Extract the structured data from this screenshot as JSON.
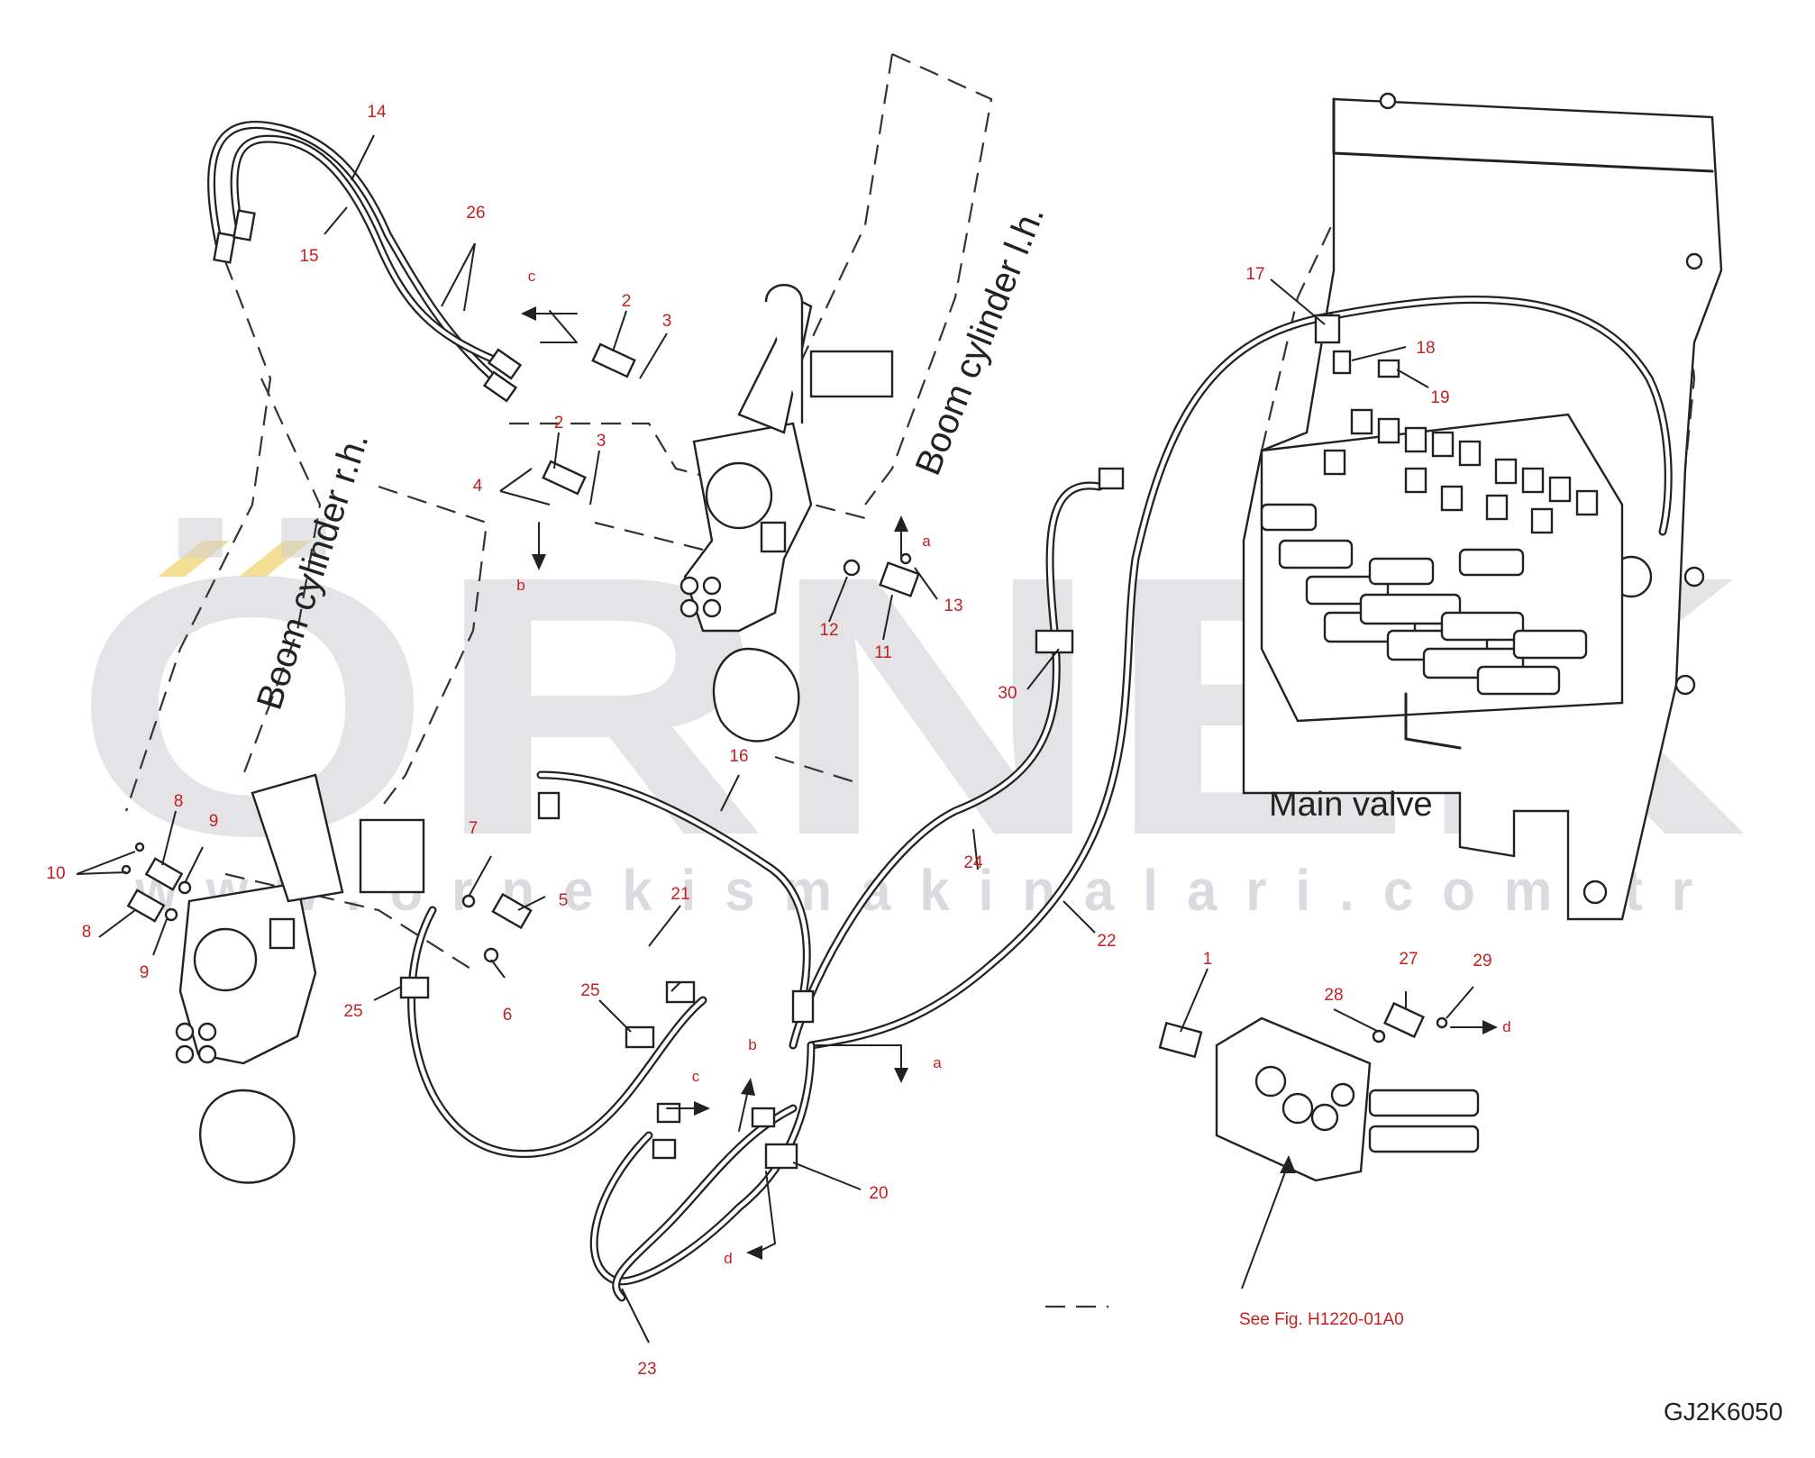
{
  "labels": {
    "boom_lh": "Boom cylinder l.h.",
    "boom_rh": "Boom cylinder r.h.",
    "main_valve": "Main valve",
    "see_fig": "See Fig. H1220-01A0",
    "code": "GJ2K6050"
  },
  "watermark": {
    "brand": "ÖRNEK",
    "url": "www.ornekismakinalari.com.tr",
    "accent_color": "#f2d77a"
  },
  "parts": [
    "1",
    "2",
    "2",
    "3",
    "3",
    "4",
    "5",
    "6",
    "7",
    "8",
    "8",
    "9",
    "9",
    "10",
    "11",
    "12",
    "13",
    "14",
    "15",
    "16",
    "17",
    "18",
    "19",
    "20",
    "21",
    "22",
    "23",
    "24",
    "25",
    "25",
    "26",
    "27",
    "28",
    "29",
    "30"
  ],
  "letters": [
    "a",
    "a",
    "b",
    "b",
    "c",
    "c",
    "d",
    "d"
  ],
  "colors": {
    "callout": "#c42020",
    "line": "#222222",
    "watermark": "#cfcfd4"
  }
}
